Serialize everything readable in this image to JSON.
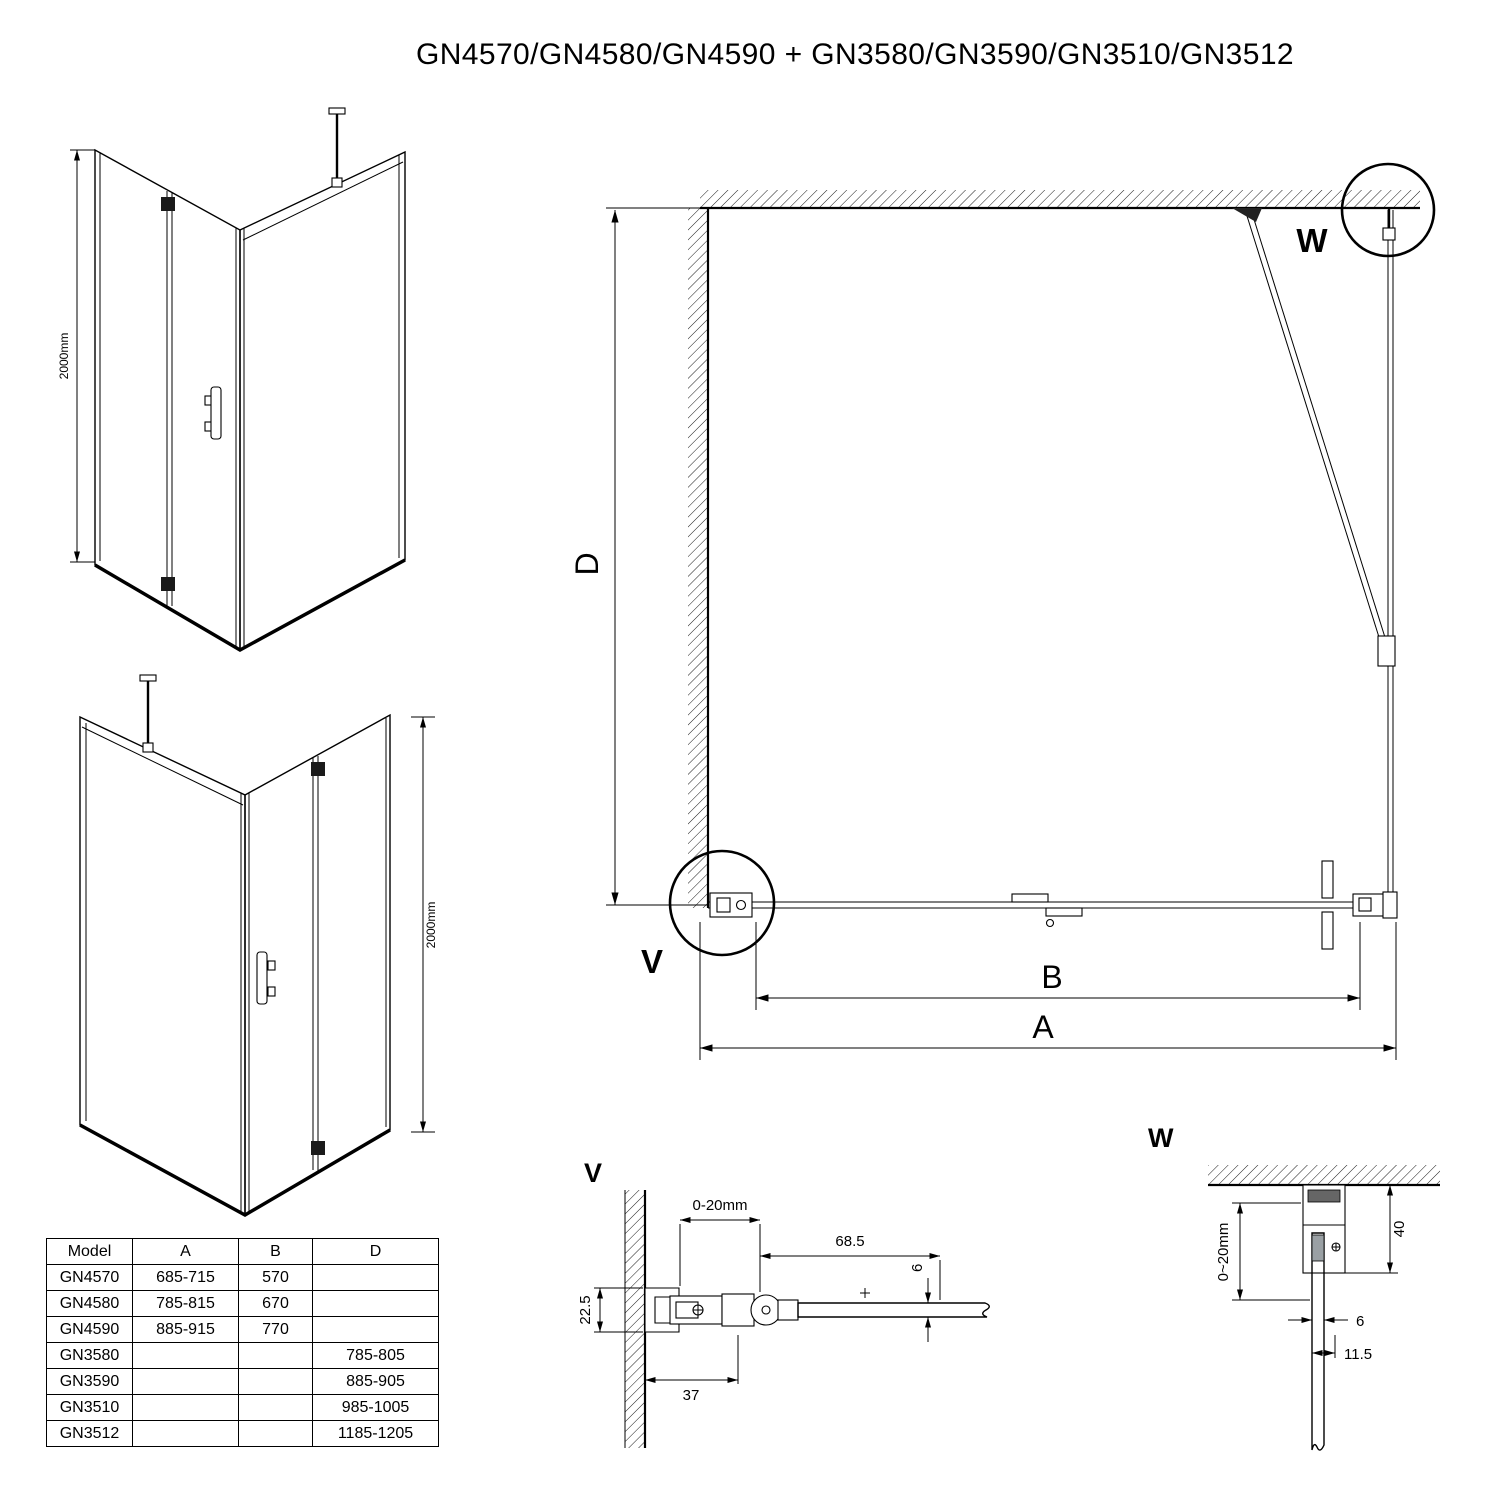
{
  "title": "GN4570/GN4580/GN4590 + GN3580/GN3590/GN3510/GN3512",
  "colors": {
    "glass": "#b9eaf8",
    "glass_side": "#a9e3f3"
  },
  "iso_top": {
    "height_dim": "2000mm"
  },
  "iso_bottom": {
    "height_dim": "2000mm"
  },
  "plan": {
    "dim_d": "D",
    "dim_b": "B",
    "dim_a": "A",
    "detail_w_label": "W",
    "detail_v_label": "V"
  },
  "detail_v": {
    "label": "V",
    "dim_adjust": "0-20mm",
    "dim_total": "68.5",
    "dim_depth": "22.5",
    "dim_profile": "37",
    "dim_glass": "6"
  },
  "detail_w": {
    "label": "W",
    "dim_height": "40",
    "dim_adjust": "0~20mm",
    "dim_glass": "6",
    "dim_offset": "11.5"
  },
  "table": {
    "headers": [
      "Model",
      "A",
      "B",
      "D"
    ],
    "rows": [
      {
        "model": "GN4570",
        "a": "685-715",
        "b": "570",
        "d": ""
      },
      {
        "model": "GN4580",
        "a": "785-815",
        "b": "670",
        "d": ""
      },
      {
        "model": "GN4590",
        "a": "885-915",
        "b": "770",
        "d": ""
      },
      {
        "model": "GN3580",
        "a": "",
        "b": "",
        "d": "785-805"
      },
      {
        "model": "GN3590",
        "a": "",
        "b": "",
        "d": "885-905"
      },
      {
        "model": "GN3510",
        "a": "",
        "b": "",
        "d": "985-1005"
      },
      {
        "model": "GN3512",
        "a": "",
        "b": "",
        "d": "1185-1205"
      }
    ]
  }
}
